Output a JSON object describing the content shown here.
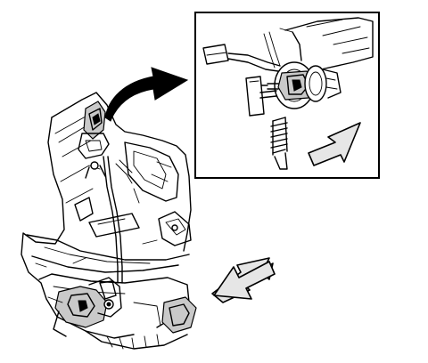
{
  "diagram": {
    "background_color": "#ffffff",
    "line_color": "#000000",
    "arrow_fill_color": "#e6e6e6",
    "shading_color": "#c9c9c9",
    "callouts": [
      {
        "name": "detail-callout-arrow",
        "shape": "curved-arrow"
      },
      {
        "name": "direction-arrow-detail",
        "shape": "hollow-arrow"
      },
      {
        "name": "direction-arrow-main",
        "shape": "hollow-arrow"
      }
    ]
  }
}
